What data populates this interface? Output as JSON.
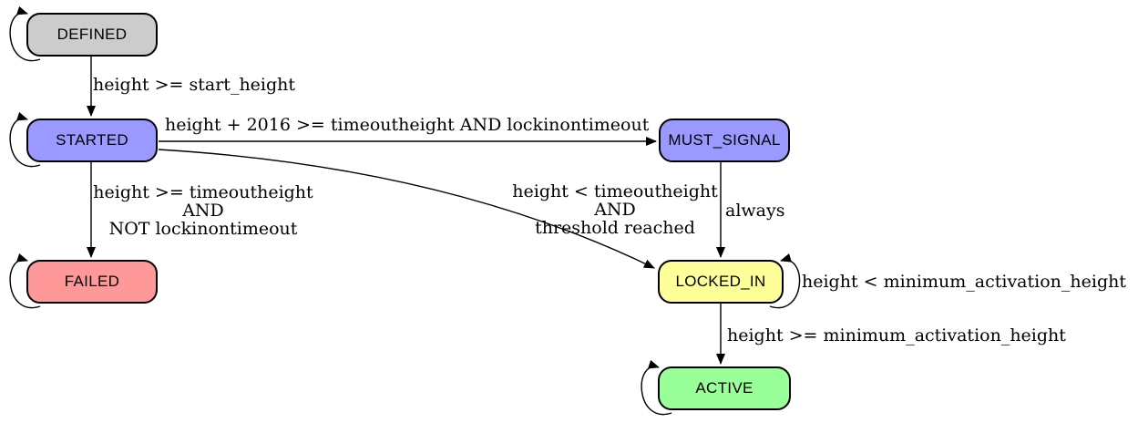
{
  "nodes": {
    "defined": {
      "label": "DEFINED",
      "fill": "#cccccc"
    },
    "started": {
      "label": "STARTED",
      "fill": "#9999ff"
    },
    "must_signal": {
      "label": "MUST_SIGNAL",
      "fill": "#9999ff"
    },
    "failed": {
      "label": "FAILED",
      "fill": "#ff9999"
    },
    "locked_in": {
      "label": "LOCKED_IN",
      "fill": "#ffff99"
    },
    "active": {
      "label": "ACTIVE",
      "fill": "#99ff99"
    }
  },
  "edges": {
    "defined_to_started": {
      "label": "height >= start_height"
    },
    "started_to_must_signal": {
      "label": "height + 2016 >= timeoutheight AND lockinontimeout"
    },
    "started_to_failed": {
      "label": "height >= timeoutheight\nAND\nNOT lockinontimeout"
    },
    "started_to_locked_in": {
      "label": "height < timeoutheight\nAND\nthreshold reached"
    },
    "must_signal_to_locked_in": {
      "label": "always"
    },
    "locked_in_self": {
      "label": "height < minimum_activation_height"
    },
    "locked_in_to_active": {
      "label": "height >= minimum_activation_height"
    }
  },
  "colors": {
    "background": "#ffffff",
    "edge_stroke": "#000000",
    "node_border": "#000000"
  }
}
